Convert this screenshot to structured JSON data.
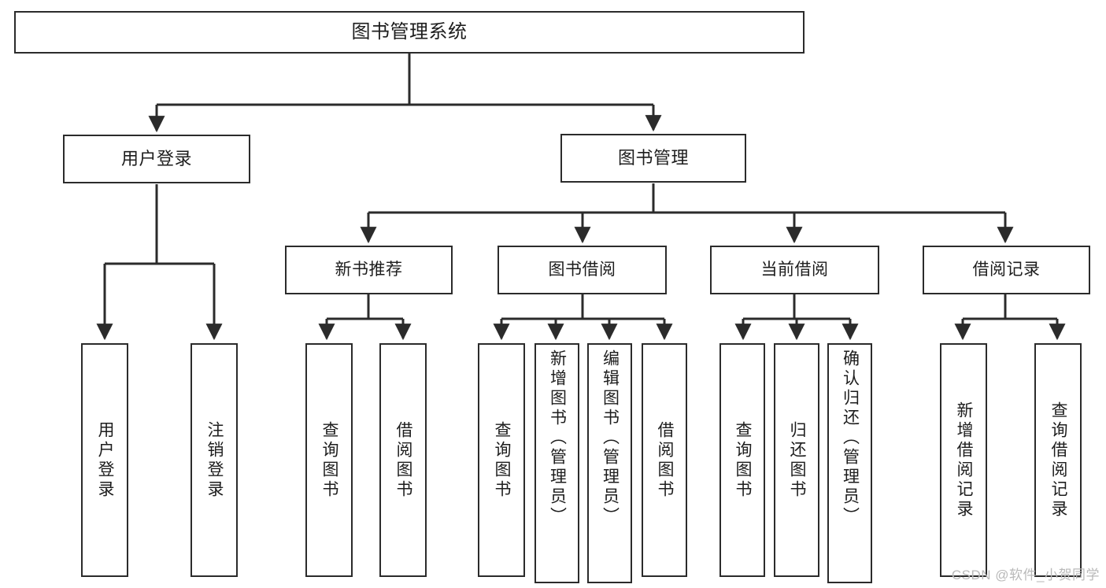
{
  "diagram": {
    "type": "tree-hierarchy",
    "title": "图书管理系统",
    "watermark": "CSDN @软件_小贺同学",
    "colors": {
      "box_border": "#2b2b2b",
      "box_fill": "#ffffff",
      "text": "#1d1d1d",
      "edge": "#2b2b2b",
      "watermark": "#b9b9b9"
    },
    "nodes": {
      "root": {
        "label": "图书管理系统"
      },
      "level1": [
        {
          "id": "user-login",
          "label": "用户登录"
        },
        {
          "id": "book-manage",
          "label": "图书管理"
        }
      ],
      "level2": [
        {
          "id": "new-book-recommend",
          "label": "新书推荐"
        },
        {
          "id": "book-borrow",
          "label": "图书借阅"
        },
        {
          "id": "current-borrow",
          "label": "当前借阅"
        },
        {
          "id": "borrow-record",
          "label": "借阅记录"
        }
      ],
      "leaves": [
        {
          "id": "leaf-user-login",
          "label": "用户登录",
          "parent": "user-login"
        },
        {
          "id": "leaf-logout-login",
          "label": "注销登录",
          "parent": "user-login"
        },
        {
          "id": "leaf-query-book-1",
          "label": "查询图书",
          "parent": "new-book-recommend"
        },
        {
          "id": "leaf-borrow-book-1",
          "label": "借阅图书",
          "parent": "new-book-recommend"
        },
        {
          "id": "leaf-query-book-2",
          "label": "查询图书",
          "parent": "book-borrow"
        },
        {
          "id": "leaf-add-book",
          "label": "新增图书（管理员）",
          "parent": "book-borrow"
        },
        {
          "id": "leaf-edit-book",
          "label": "编辑图书（管理员）",
          "parent": "book-borrow"
        },
        {
          "id": "leaf-borrow-book-2",
          "label": "借阅图书",
          "parent": "book-borrow"
        },
        {
          "id": "leaf-query-book-3",
          "label": "查询图书",
          "parent": "current-borrow"
        },
        {
          "id": "leaf-return-book",
          "label": "归还图书",
          "parent": "current-borrow"
        },
        {
          "id": "leaf-confirm-return",
          "label": "确认归还（管理员）",
          "parent": "current-borrow"
        },
        {
          "id": "leaf-add-record",
          "label": "新增借阅记录",
          "parent": "borrow-record"
        },
        {
          "id": "leaf-query-record",
          "label": "查询借阅记录",
          "parent": "borrow-record"
        }
      ]
    }
  }
}
